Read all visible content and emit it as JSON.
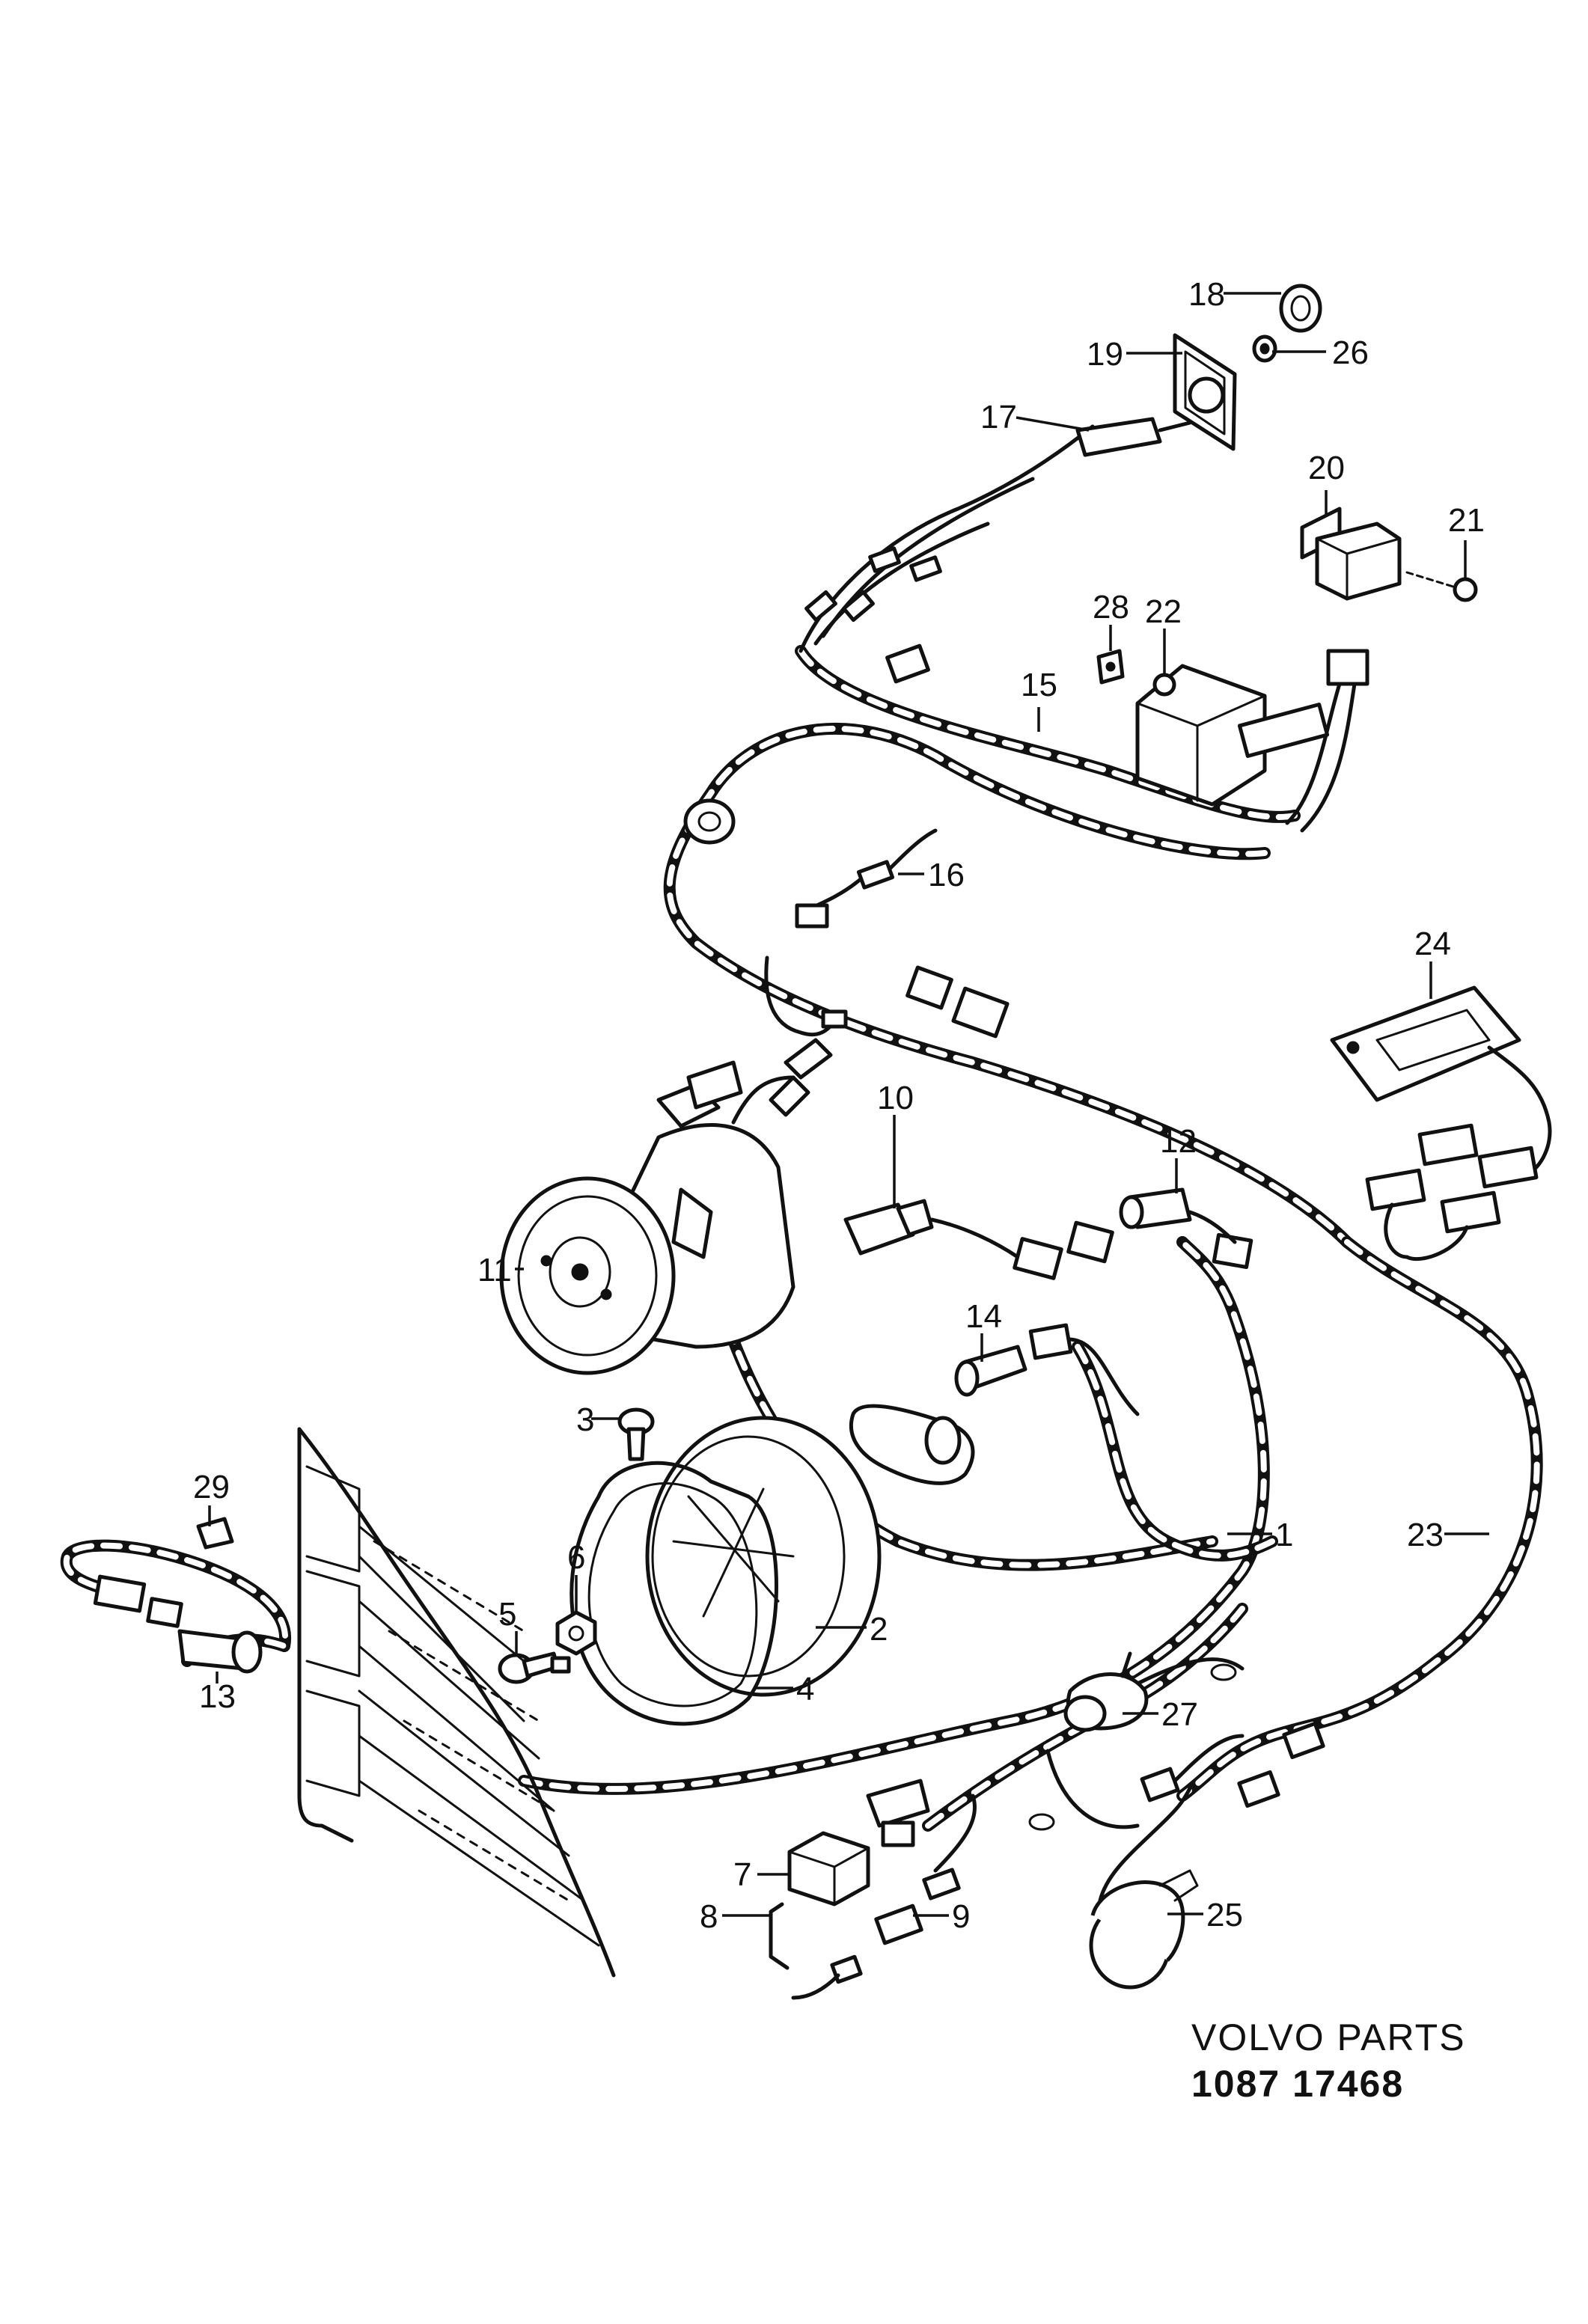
{
  "callouts": {
    "c1": "1",
    "c2": "2",
    "c3": "3",
    "c4": "4",
    "c5": "5",
    "c6": "6",
    "c7": "7",
    "c8": "8",
    "c9": "9",
    "c10": "10",
    "c11": "11",
    "c12": "12",
    "c13": "13",
    "c14": "14",
    "c15": "15",
    "c16": "16",
    "c17": "17",
    "c18": "18",
    "c19": "19",
    "c20": "20",
    "c21": "21",
    "c22": "22",
    "c23": "23",
    "c24": "24",
    "c25": "25",
    "c26": "26",
    "c27": "27",
    "c28": "28",
    "c29": "29"
  },
  "footer": {
    "brand": "VOLVO PARTS",
    "code": "1087  17468"
  }
}
